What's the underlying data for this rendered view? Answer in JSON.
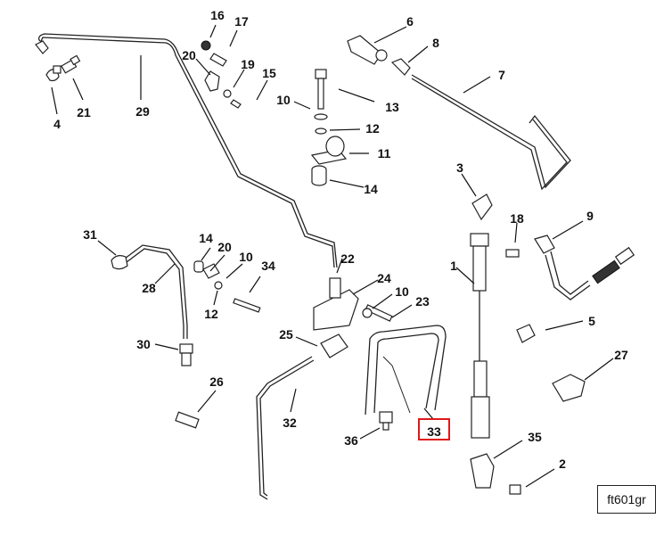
{
  "figure_id": "ft601gr",
  "highlighted_callout": "33",
  "highlight_color": "#e01818",
  "callouts": [
    {
      "id": "c1",
      "label": "1"
    },
    {
      "id": "c2",
      "label": "2"
    },
    {
      "id": "c3",
      "label": "3"
    },
    {
      "id": "c4",
      "label": "4"
    },
    {
      "id": "c5",
      "label": "5"
    },
    {
      "id": "c6",
      "label": "6"
    },
    {
      "id": "c7",
      "label": "7"
    },
    {
      "id": "c8",
      "label": "8"
    },
    {
      "id": "c9",
      "label": "9"
    },
    {
      "id": "c10a",
      "label": "10"
    },
    {
      "id": "c10b",
      "label": "10"
    },
    {
      "id": "c10c",
      "label": "10"
    },
    {
      "id": "c11",
      "label": "11"
    },
    {
      "id": "c12a",
      "label": "12"
    },
    {
      "id": "c12b",
      "label": "12"
    },
    {
      "id": "c13",
      "label": "13"
    },
    {
      "id": "c14a",
      "label": "14"
    },
    {
      "id": "c14b",
      "label": "14"
    },
    {
      "id": "c15",
      "label": "15"
    },
    {
      "id": "c16",
      "label": "16"
    },
    {
      "id": "c17",
      "label": "17"
    },
    {
      "id": "c18",
      "label": "18"
    },
    {
      "id": "c19",
      "label": "19"
    },
    {
      "id": "c20a",
      "label": "20"
    },
    {
      "id": "c20b",
      "label": "20"
    },
    {
      "id": "c21",
      "label": "21"
    },
    {
      "id": "c22",
      "label": "22"
    },
    {
      "id": "c23",
      "label": "23"
    },
    {
      "id": "c24",
      "label": "24"
    },
    {
      "id": "c25",
      "label": "25"
    },
    {
      "id": "c26",
      "label": "26"
    },
    {
      "id": "c27",
      "label": "27"
    },
    {
      "id": "c28",
      "label": "28"
    },
    {
      "id": "c29",
      "label": "29"
    },
    {
      "id": "c30",
      "label": "30"
    },
    {
      "id": "c31",
      "label": "31"
    },
    {
      "id": "c32",
      "label": "32"
    },
    {
      "id": "c33",
      "label": "33"
    },
    {
      "id": "c34",
      "label": "34"
    },
    {
      "id": "c35",
      "label": "35"
    },
    {
      "id": "c36",
      "label": "36"
    }
  ]
}
